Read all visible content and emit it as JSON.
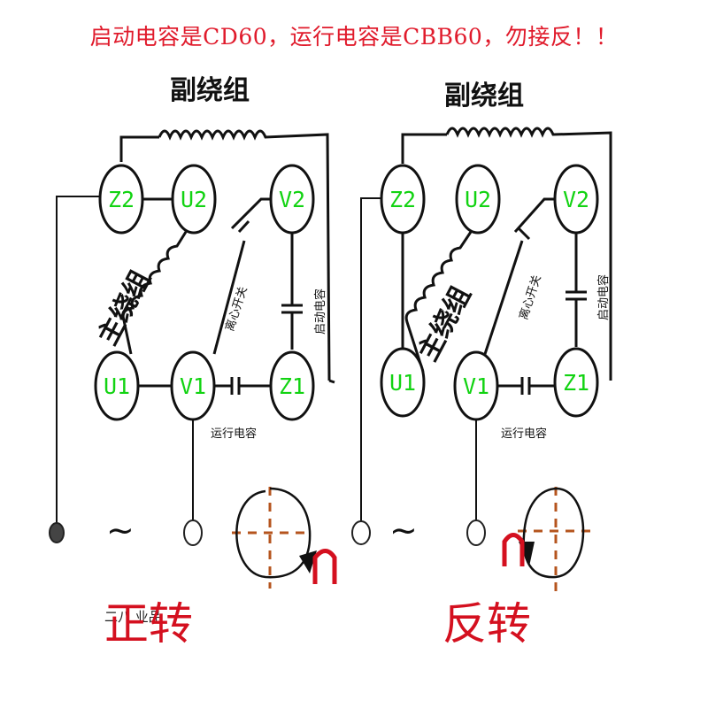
{
  "header": {
    "text": "启动电容是CD60，运行电容是CBB60，勿接反！！"
  },
  "colors": {
    "header": "#e01a2b",
    "terminal_label": "#12d312",
    "direction": "#d4101f",
    "arrow": "#a0522d"
  },
  "diagrams": [
    {
      "aux_winding_label": "副绕组",
      "main_winding_label": "主绕组",
      "centrifugal_switch_label": "离心开关",
      "start_capacitor_label": "启动电容",
      "run_capacitor_label": "运行电容",
      "direction_label": "正转",
      "terminals": [
        "Z2",
        "U2",
        "V2",
        "U1",
        "V1",
        "Z1"
      ],
      "ac_symbol": "~",
      "watermark": "二八 业品"
    },
    {
      "aux_winding_label": "副绕组",
      "main_winding_label": "主绕组",
      "centrifugal_switch_label": "离心开关",
      "start_capacitor_label": "启动电容",
      "run_capacitor_label": "运行电容",
      "direction_label": "反转",
      "terminals": [
        "Z2",
        "U2",
        "V2",
        "U1",
        "V1",
        "Z1"
      ],
      "ac_symbol": "~"
    }
  ]
}
